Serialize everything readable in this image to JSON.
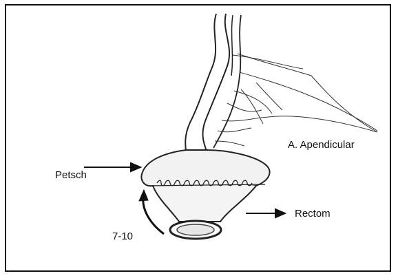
{
  "labels": {
    "artery": "A. Apendicular",
    "petsch": "Petsch",
    "rectom": "Rectom",
    "distance": "7-10"
  }
}
